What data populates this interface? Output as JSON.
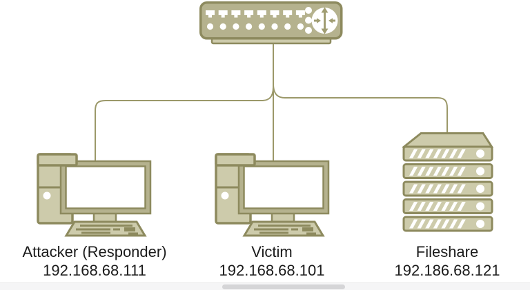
{
  "diagram_type": "network-topology",
  "switch": {
    "icon": "network-switch-icon",
    "port_count": 8,
    "led_count": 8,
    "side_led_count": 3
  },
  "devices": [
    {
      "name": "Attacker (Responder)",
      "ip": "192.168.68.111",
      "icon": "desktop-computer-icon"
    },
    {
      "name": "Victim",
      "ip": "192.168.68.101",
      "icon": "desktop-computer-icon"
    },
    {
      "name": "Fileshare",
      "ip": "192.186.68.121",
      "icon": "server-rack-icon"
    }
  ],
  "connections": [
    {
      "from": "switch",
      "to": "Attacker (Responder)"
    },
    {
      "from": "switch",
      "to": "Victim"
    },
    {
      "from": "switch",
      "to": "Fileshare"
    }
  ],
  "colors": {
    "icon_fill_light": "#cdcbab",
    "icon_fill_mid": "#b5b28e",
    "icon_outline": "#8d8a5e",
    "wire": "#9b9869",
    "label_text": "#1b1b1b",
    "background": "#ffffff",
    "scrollbar_track": "#f5f5f6",
    "scrollbar_thumb": "#d5d5d7"
  },
  "scrollbar": {
    "orientation": "horizontal"
  }
}
